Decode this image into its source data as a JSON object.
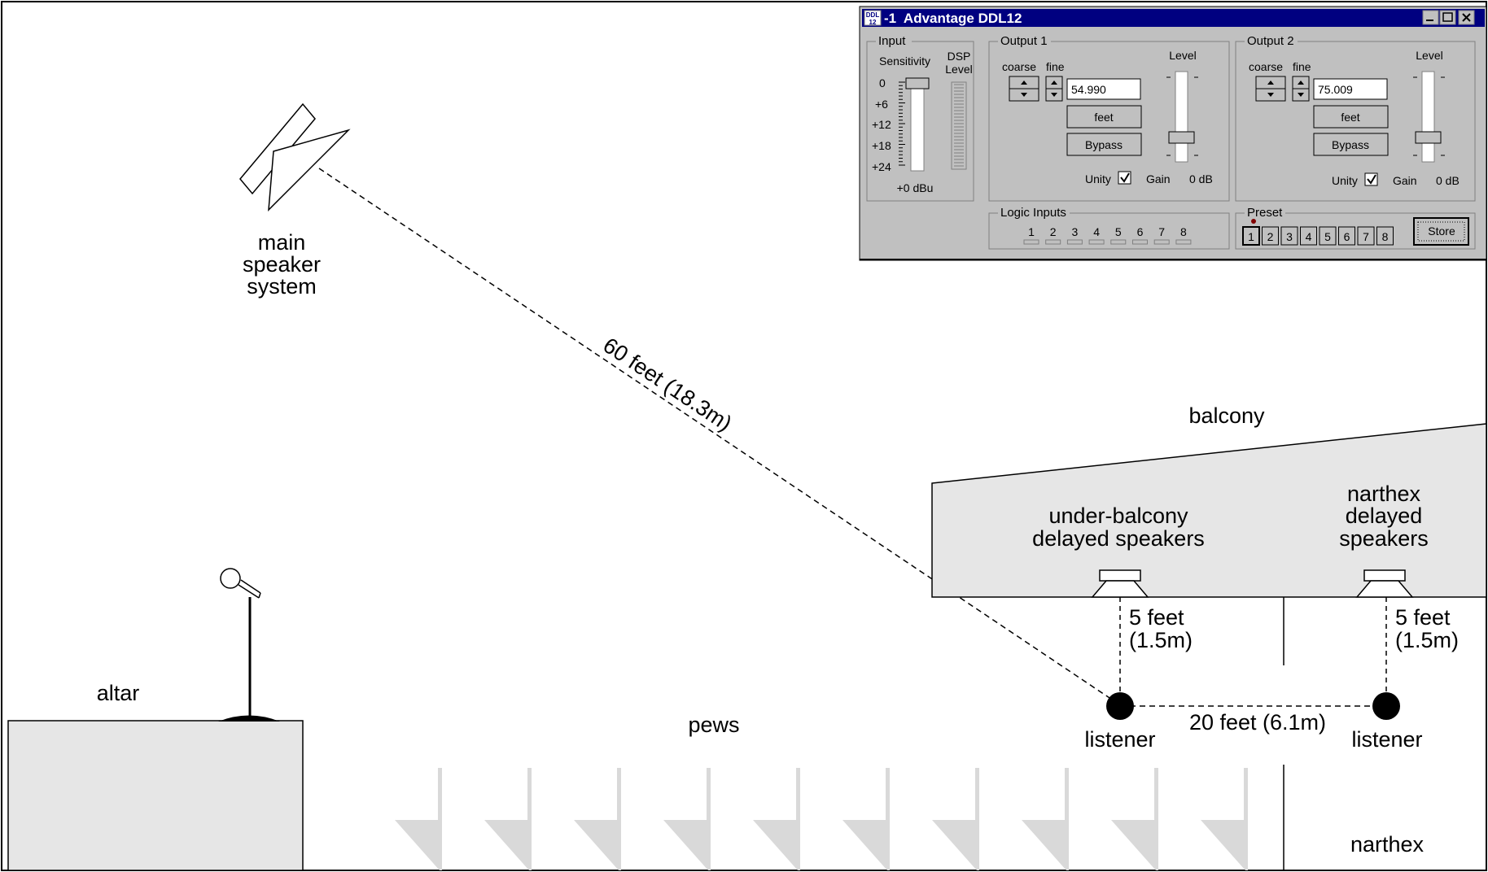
{
  "diagram": {
    "speaker_label": [
      "main",
      "speaker",
      "system"
    ],
    "distance_main": "60 feet (18.3m)",
    "balcony_label": "balcony",
    "under_balcony_label": [
      "under-balcony",
      "delayed speakers"
    ],
    "narthex_delayed_label": [
      "narthex",
      "delayed",
      "speakers"
    ],
    "drop_under": [
      "5 feet",
      "(1.5m)"
    ],
    "drop_narthex": [
      "5 feet",
      "(1.5m)"
    ],
    "listener_left": "listener",
    "listener_right": "listener",
    "distance_between": "20 feet (6.1m)",
    "altar_label": "altar",
    "pews_label": "pews",
    "narthex_label": "narthex"
  },
  "window": {
    "title": "-1  Advantage DDL12",
    "app_icon_text": [
      "DDL",
      "12"
    ],
    "input": {
      "group_label": "Input",
      "sensitivity_label": "Sensitivity",
      "dsp_label": [
        "DSP",
        "Level"
      ],
      "scale": [
        "0",
        "+6",
        "+12",
        "+18",
        "+24"
      ],
      "readout": "+0 dBu"
    },
    "output1": {
      "group_label": "Output 1",
      "coarse_label": "coarse",
      "fine_label": "fine",
      "delay_value": "54.990",
      "units_button": "feet",
      "bypass_button": "Bypass",
      "level_label": "Level",
      "unity_label": "Unity",
      "unity_checked": true,
      "gain_label": "Gain",
      "gain_value": "0 dB"
    },
    "output2": {
      "group_label": "Output 2",
      "coarse_label": "coarse",
      "fine_label": "fine",
      "delay_value": "75.009",
      "units_button": "feet",
      "bypass_button": "Bypass",
      "level_label": "Level",
      "unity_label": "Unity",
      "unity_checked": true,
      "gain_label": "Gain",
      "gain_value": "0 dB"
    },
    "logic_inputs": {
      "group_label": "Logic Inputs",
      "numbers": [
        "1",
        "2",
        "3",
        "4",
        "5",
        "6",
        "7",
        "8"
      ]
    },
    "preset": {
      "group_label": "Preset",
      "numbers": [
        "1",
        "2",
        "3",
        "4",
        "5",
        "6",
        "7",
        "8"
      ],
      "selected": "1",
      "store_button": "Store"
    }
  },
  "colors": {
    "title_bar": "#000080",
    "panel": "#c0c0c0",
    "fill_gray": "#e6e6e6",
    "pew_gray": "#d9d9d9",
    "led_red": "#800000"
  }
}
